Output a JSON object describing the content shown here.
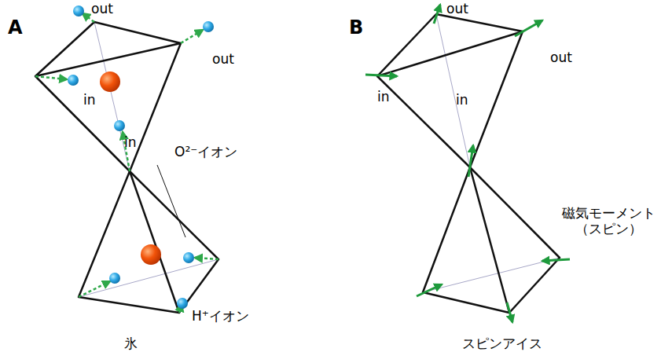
{
  "diagram": {
    "labels": [
      "A",
      "out",
      "out",
      "in",
      "in",
      "O²⁻イオン",
      "H⁺イオン",
      "氷",
      "B",
      "out",
      "out",
      "in",
      "in",
      "磁気モーメント （スピン）",
      "スピンアイス"
    ]
  }
}
